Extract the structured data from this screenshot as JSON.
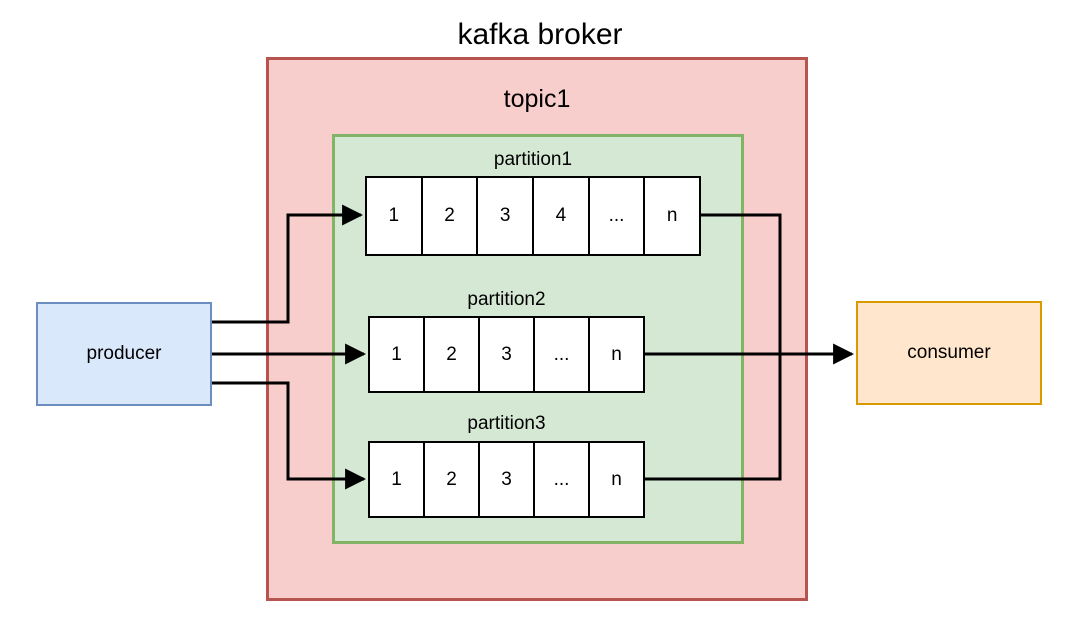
{
  "diagram": {
    "title": "kafka broker",
    "topic": {
      "label": "topic1",
      "partitions": [
        {
          "label": "partition1",
          "cells": [
            "1",
            "2",
            "3",
            "4",
            "...",
            "n"
          ]
        },
        {
          "label": "partition2",
          "cells": [
            "1",
            "2",
            "3",
            "...",
            "n"
          ]
        },
        {
          "label": "partition3",
          "cells": [
            "1",
            "2",
            "3",
            "...",
            "n"
          ]
        }
      ]
    },
    "producer": {
      "label": "producer"
    },
    "consumer": {
      "label": "consumer"
    },
    "colors": {
      "broker_fill": "#f8cecc",
      "broker_stroke": "#b85450",
      "topic_fill": "#d5e8d4",
      "topic_stroke": "#82b366",
      "producer_fill": "#dae8fc",
      "producer_stroke": "#6c8ebf",
      "consumer_fill": "#ffe6cc",
      "consumer_stroke": "#d79b00",
      "partition_fill": "#ffffff",
      "partition_stroke": "#000000",
      "connector": "#000000"
    }
  }
}
